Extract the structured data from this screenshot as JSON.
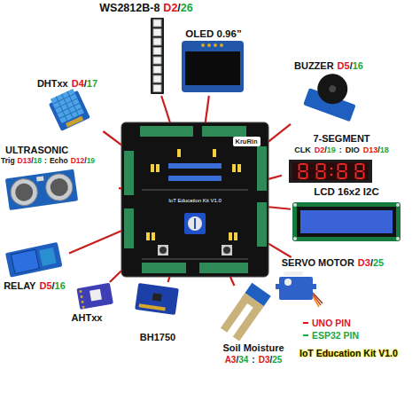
{
  "diagram": {
    "caption": "IoT Education Kit V1.0",
    "nodes": [
      {
        "text": [
          "KruRin",
          "IoT Education Kit V1.0"
        ]
      },
      {
        "text": [
          "WS2812B-8",
          "D2",
          "/",
          "26"
        ]
      },
      {
        "text": [
          "OLED 0.96”"
        ]
      },
      {
        "text": [
          "DHTxx",
          "D4",
          "/",
          "17"
        ]
      },
      {
        "text": [
          "BUZZER",
          "D5",
          "/",
          "16"
        ]
      },
      {
        "text": [
          "7-SEGMENT",
          "CLK",
          "D2",
          "/",
          "19",
          ":",
          "DIO",
          "D13",
          "/",
          "18"
        ]
      },
      {
        "text": [
          "ULTRASONIC",
          "Trig",
          "D13",
          "/",
          "18",
          ":",
          "Echo",
          "D12",
          "/",
          "19"
        ]
      },
      {
        "text": [
          "LCD 16x2 I2C"
        ]
      },
      {
        "text": [
          "RELAY",
          "D5",
          "/",
          "16"
        ]
      },
      {
        "text": [
          "SERVO MOTOR",
          "D3",
          "/",
          "25"
        ]
      },
      {
        "text": [
          "AHTxx"
        ]
      },
      {
        "text": [
          "BH1750"
        ]
      },
      {
        "text": [
          "Soil Moisture",
          "A3",
          "/",
          "34",
          ":",
          "D3",
          "/",
          "25"
        ]
      }
    ],
    "edges": [
      {
        "from": 0,
        "to": 1,
        "arrow": "none"
      },
      {
        "from": 0,
        "to": 2,
        "arrow": "none"
      },
      {
        "from": 0,
        "to": 3,
        "arrow": "none"
      },
      {
        "from": 0,
        "to": 4,
        "arrow": "none"
      },
      {
        "from": 0,
        "to": 5,
        "arrow": "none"
      },
      {
        "from": 0,
        "to": 6,
        "arrow": "none"
      },
      {
        "from": 0,
        "to": 7,
        "arrow": "none"
      },
      {
        "from": 0,
        "to": 8,
        "arrow": "none"
      },
      {
        "from": 0,
        "to": 9,
        "arrow": "none"
      },
      {
        "from": 0,
        "to": 10,
        "arrow": "none"
      },
      {
        "from": 0,
        "to": 11,
        "arrow": "none"
      },
      {
        "from": 0,
        "to": 12,
        "arrow": "none"
      }
    ],
    "legend": [
      {
        "text": "UNO PIN",
        "color": "#e3131b"
      },
      {
        "text": "ESP32 PIN",
        "color": "#19a83c"
      }
    ]
  }
}
